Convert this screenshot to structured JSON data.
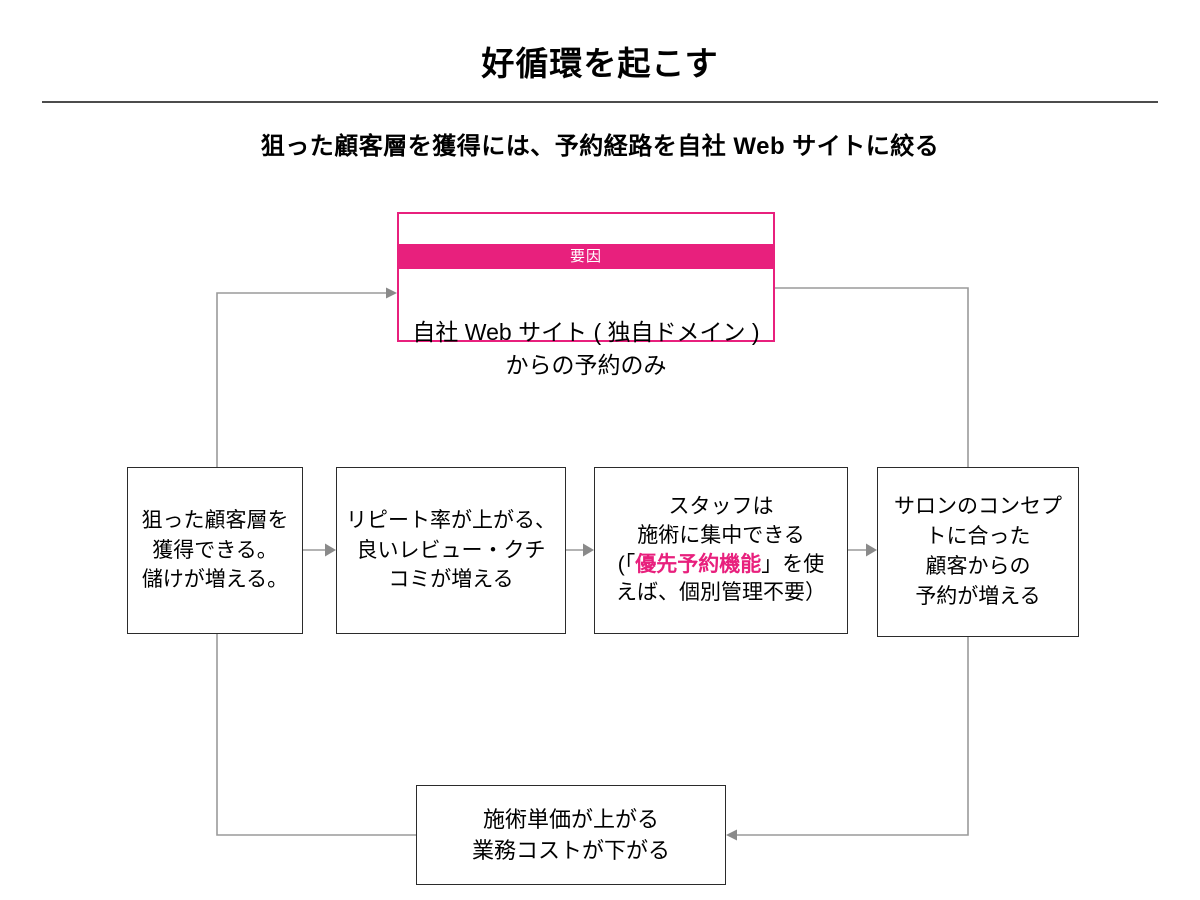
{
  "slide": {
    "title": "好循環を起こす",
    "subtitle": "狙った顧客層を獲得には、予約経路を自社 Web サイトに絞る",
    "accent_color": "#e8207d",
    "line_color": "#9a9a9a",
    "box_border_color": "#2b2b2b"
  },
  "diagram": {
    "type": "virtuous-cycle-flow",
    "nodes": {
      "cause": {
        "header": "要因",
        "body": "自社 Web サイト ( 独自ドメイン )\nからの予約のみ"
      },
      "customer": {
        "text": "狙った顧客層を\n獲得できる。\n儲けが増える。"
      },
      "repeat": {
        "text": "リピート率が上がる、\n良いレビュー・クチ\nコミが増える"
      },
      "staff": {
        "line1": "スタッフは",
        "line2": "施術に集中できる",
        "line3_prefix": "(「",
        "line3_highlight": "優先予約機能",
        "line3_suffix": "」を使",
        "line4": "えば、個別管理不要）"
      },
      "concept": {
        "text": "サロンのコンセプ\nトに合った\n顧客からの\n予約が増える"
      },
      "cost": {
        "text": "施術単価が上がる\n業務コストが下がる"
      }
    },
    "edges": [
      {
        "name": "customer-to-cause",
        "from": "customer",
        "to": "cause",
        "arrow": true
      },
      {
        "name": "cause-to-concept",
        "from": "cause",
        "to": "concept",
        "arrow": false
      },
      {
        "name": "customer-to-repeat",
        "from": "customer",
        "to": "repeat",
        "arrow": true
      },
      {
        "name": "repeat-to-staff",
        "from": "repeat",
        "to": "staff",
        "arrow": true
      },
      {
        "name": "staff-to-concept",
        "from": "staff",
        "to": "concept",
        "arrow": true
      },
      {
        "name": "concept-to-cost",
        "from": "concept",
        "to": "cost",
        "arrow": true
      },
      {
        "name": "cost-to-customer",
        "from": "cost",
        "to": "customer",
        "arrow": false
      }
    ]
  }
}
